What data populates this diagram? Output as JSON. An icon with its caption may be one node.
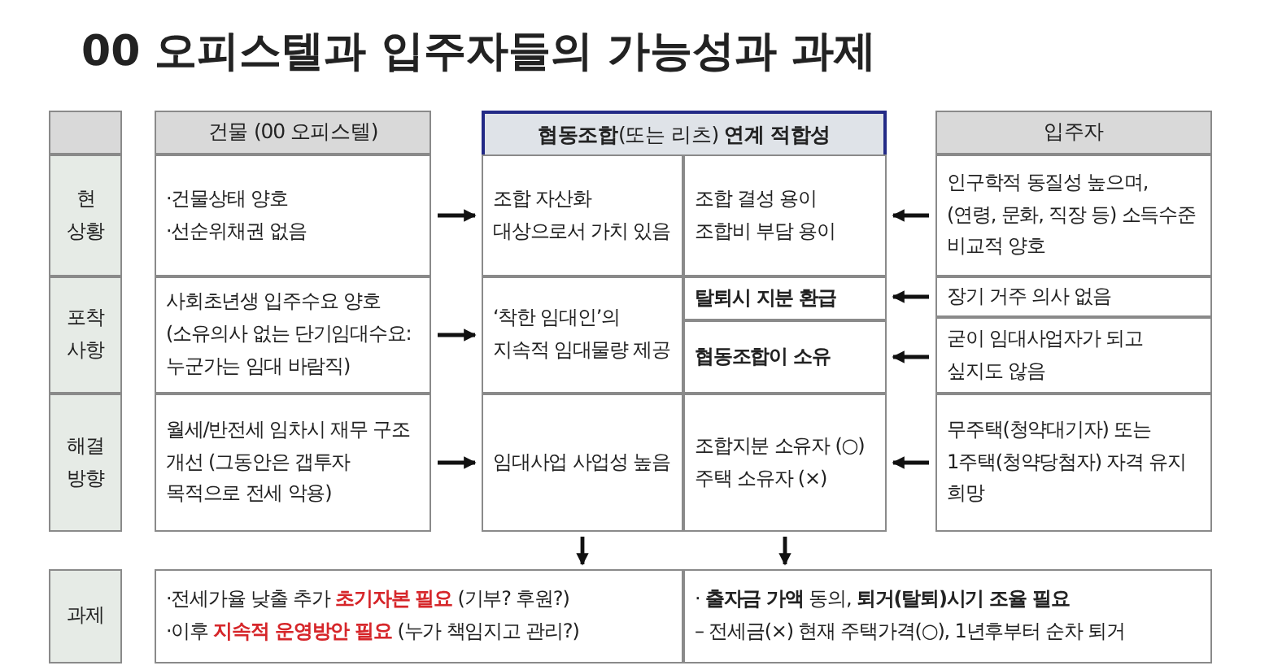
{
  "diagram": {
    "title": "00 오피스텔과 입주자들의 가능성과 과제",
    "nodes": [
      {
        "text": [],
        "shape": "box"
      },
      {
        "text": [
          "현 상황"
        ]
      },
      {
        "text": [
          "포착 사항"
        ]
      },
      {
        "text": [
          "해결 방향"
        ]
      },
      {
        "text": [
          "건물 (00 오피스텔)"
        ]
      },
      {
        "text": [
          "·건물상태 양호",
          "·선순위채권 없음"
        ]
      },
      {
        "text": [
          "사회초년생 입주수요 양호",
          "(소유의사 없는 단기임대수요: 누군가는 임대 바람직)"
        ]
      },
      {
        "text": [
          "월세/반전세 임차시 재무 구조 개선 (그동안은 갭투자 목적으로 전세 악용)"
        ]
      },
      {
        "text": [
          "**협동조합**(또는 리츠) **연계 적합성**"
        ]
      },
      {
        "text": [
          "조합 자산화 대상으로서 가치 있음"
        ],
        "in": 8
      },
      {
        "text": [
          "조합 결성 용이",
          "조합비 부담 용이"
        ],
        "in": 8
      },
      {
        "text": [
          "‘착한 임대인’의 지속적 임대물량 제공"
        ],
        "in": 8
      },
      {
        "text": [
          "탈퇴시 지분 환급"
        ],
        "in": 8
      },
      {
        "text": [
          "협동조합이 소유"
        ],
        "in": 8
      },
      {
        "text": [
          "임대사업 사업성 높음"
        ],
        "in": 8
      },
      {
        "text": [
          "조합지분 소유자 (○)",
          "주택 소유자 (×)"
        ],
        "in": 8
      },
      {
        "text": [
          "입주자"
        ]
      },
      {
        "text": [
          "인구학적 동질성 높으며, (연령, 문화, 직장 등) 소득수준 비교적 양호"
        ]
      },
      {
        "text": [
          "장기 거주 의사 없음"
        ]
      },
      {
        "text": [
          "굳이 임대사업자가 되고 싶지도 않음"
        ]
      },
      {
        "text": [
          "무주택(청약대기자) 또는 1주택(청약당첨자) 자격 유지 희망"
        ]
      },
      {
        "text": [
          "과제"
        ]
      },
      {
        "text": [
          "·전세가율 낮출 추가 **초기자본 필요** (기부? 후원?)",
          "·이후 **지속적 운영방안 필요** (누가 책임지고 관리?)"
        ]
      },
      {
        "text": [
          "· **출자금 가액** 동의, **퇴거(탈퇴)시기 조율 필요**",
          "– 전세금(×) 현재 주택가격(○), 1년후부터 순차 퇴거"
        ]
      }
    ],
    "edges": [
      {
        "from": 5,
        "to": 9,
        "arrow": "to"
      },
      {
        "from": 6,
        "to": 11,
        "arrow": "to"
      },
      {
        "from": 7,
        "to": 14,
        "arrow": "to"
      },
      {
        "from": 17,
        "to": 10,
        "arrow": "to"
      },
      {
        "from": 18,
        "to": 12,
        "arrow": "to"
      },
      {
        "from": 19,
        "to": 13,
        "arrow": "to"
      },
      {
        "from": 20,
        "to": 15,
        "arrow": "to"
      },
      {
        "from": 8,
        "to": 22,
        "arrow": "to"
      },
      {
        "from": 8,
        "to": 23,
        "arrow": "to"
      }
    ]
  }
}
